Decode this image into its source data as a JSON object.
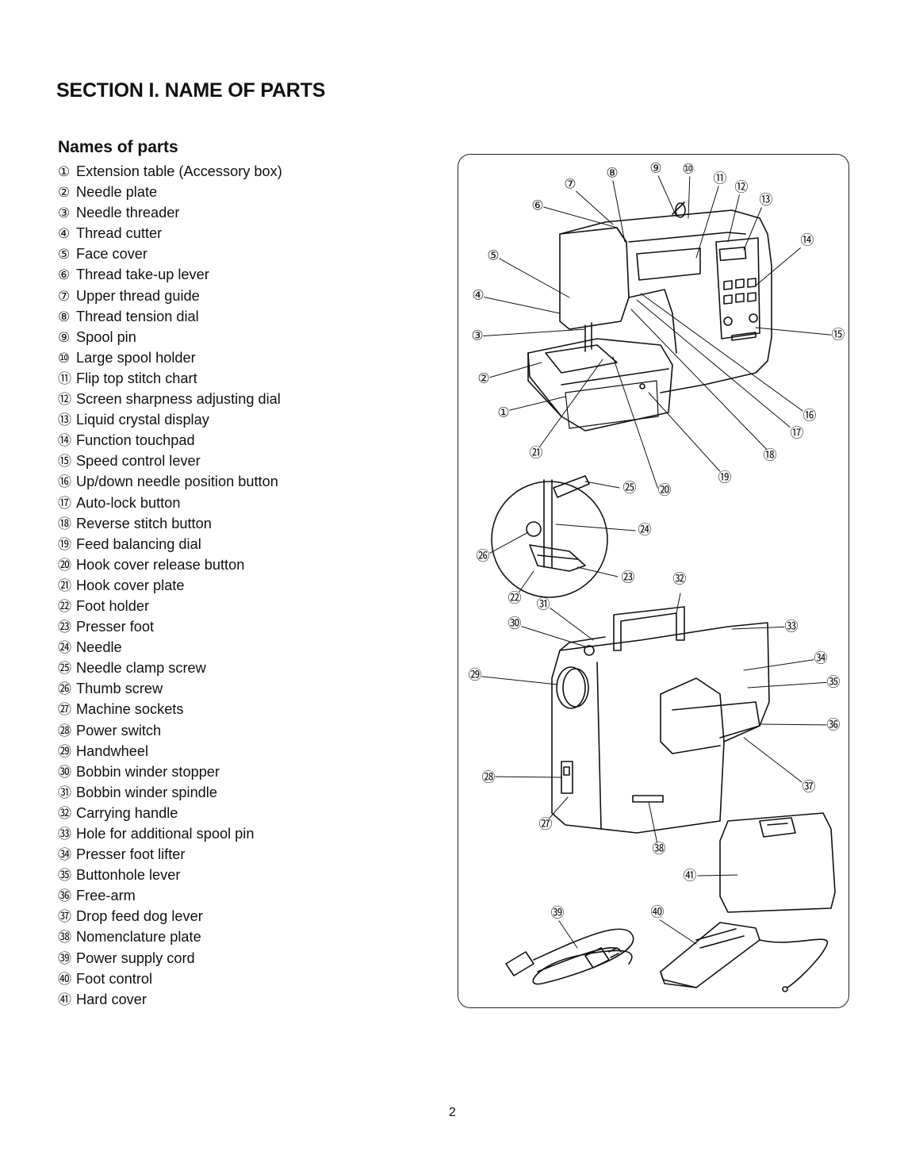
{
  "section_title": "SECTION I. NAME OF PARTS",
  "list_title": "Names of parts",
  "parts": [
    {
      "num": "①",
      "name": "Extension table (Accessory box)"
    },
    {
      "num": "②",
      "name": "Needle plate"
    },
    {
      "num": "③",
      "name": "Needle threader"
    },
    {
      "num": "④",
      "name": "Thread cutter"
    },
    {
      "num": "⑤",
      "name": "Face cover"
    },
    {
      "num": "⑥",
      "name": "Thread take-up lever"
    },
    {
      "num": "⑦",
      "name": "Upper thread guide"
    },
    {
      "num": "⑧",
      "name": "Thread tension dial"
    },
    {
      "num": "⑨",
      "name": "Spool pin"
    },
    {
      "num": "⑩",
      "name": "Large spool holder"
    },
    {
      "num": "⑪",
      "name": "Flip top stitch chart"
    },
    {
      "num": "⑫",
      "name": "Screen sharpness adjusting dial"
    },
    {
      "num": "⑬",
      "name": "Liquid crystal display"
    },
    {
      "num": "⑭",
      "name": "Function touchpad"
    },
    {
      "num": "⑮",
      "name": "Speed control lever"
    },
    {
      "num": "⑯",
      "name": "Up/down needle position button"
    },
    {
      "num": "⑰",
      "name": "Auto-lock button"
    },
    {
      "num": "⑱",
      "name": "Reverse stitch button"
    },
    {
      "num": "⑲",
      "name": "Feed balancing dial"
    },
    {
      "num": "⑳",
      "name": "Hook cover release button"
    },
    {
      "num": "㉑",
      "name": "Hook cover plate"
    },
    {
      "num": "㉒",
      "name": "Foot holder"
    },
    {
      "num": "㉓",
      "name": "Presser foot"
    },
    {
      "num": "㉔",
      "name": "Needle"
    },
    {
      "num": "㉕",
      "name": "Needle clamp screw"
    },
    {
      "num": "㉖",
      "name": "Thumb screw"
    },
    {
      "num": "㉗",
      "name": "Machine sockets"
    },
    {
      "num": "㉘",
      "name": "Power switch"
    },
    {
      "num": "㉙",
      "name": "Handwheel"
    },
    {
      "num": "㉚",
      "name": "Bobbin winder stopper"
    },
    {
      "num": "㉛",
      "name": "Bobbin winder spindle"
    },
    {
      "num": "㉜",
      "name": "Carrying handle"
    },
    {
      "num": "㉝",
      "name": "Hole for additional spool pin"
    },
    {
      "num": "㉞",
      "name": "Presser foot lifter"
    },
    {
      "num": "㉟",
      "name": "Buttonhole lever"
    },
    {
      "num": "㊱",
      "name": "Free-arm"
    },
    {
      "num": "㊲",
      "name": "Drop feed dog lever"
    },
    {
      "num": "㊳",
      "name": "Nomenclature plate"
    },
    {
      "num": "㊴",
      "name": "Power supply cord"
    },
    {
      "num": "㊵",
      "name": "Foot control"
    },
    {
      "num": "㊶",
      "name": "Hard cover"
    }
  ],
  "page_number": "2"
}
